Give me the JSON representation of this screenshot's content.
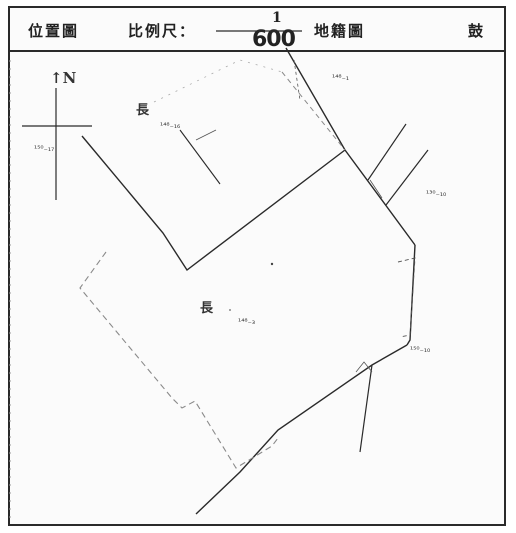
{
  "header": {
    "location_map": "位置圖",
    "scale_label": "比例尺：",
    "scale_numerator": "1",
    "scale_denominator": "600",
    "land_map": "地籍圖",
    "seal_char": "鼓"
  },
  "plan": {
    "north_label": "↑N",
    "lot_labels": [
      {
        "id": "top-right",
        "text": "¹⁴⁸₋₁"
      },
      {
        "id": "upper-left-char",
        "text": "長"
      },
      {
        "id": "upper-mid",
        "text": "¹⁴⁸₋₁₆"
      },
      {
        "id": "left-compass",
        "text": "¹⁵⁰₋₁₇"
      },
      {
        "id": "right-mid",
        "text": "¹³⁰₋₁₀"
      },
      {
        "id": "main-char",
        "text": "長"
      },
      {
        "id": "main-lot",
        "text": "¹⁴⁸₋₃"
      },
      {
        "id": "lower-right",
        "text": "¹⁵⁰₋₁₀"
      }
    ]
  },
  "colors": {
    "ink": "#2a2a2a",
    "dashed": "#8a8a8a"
  }
}
